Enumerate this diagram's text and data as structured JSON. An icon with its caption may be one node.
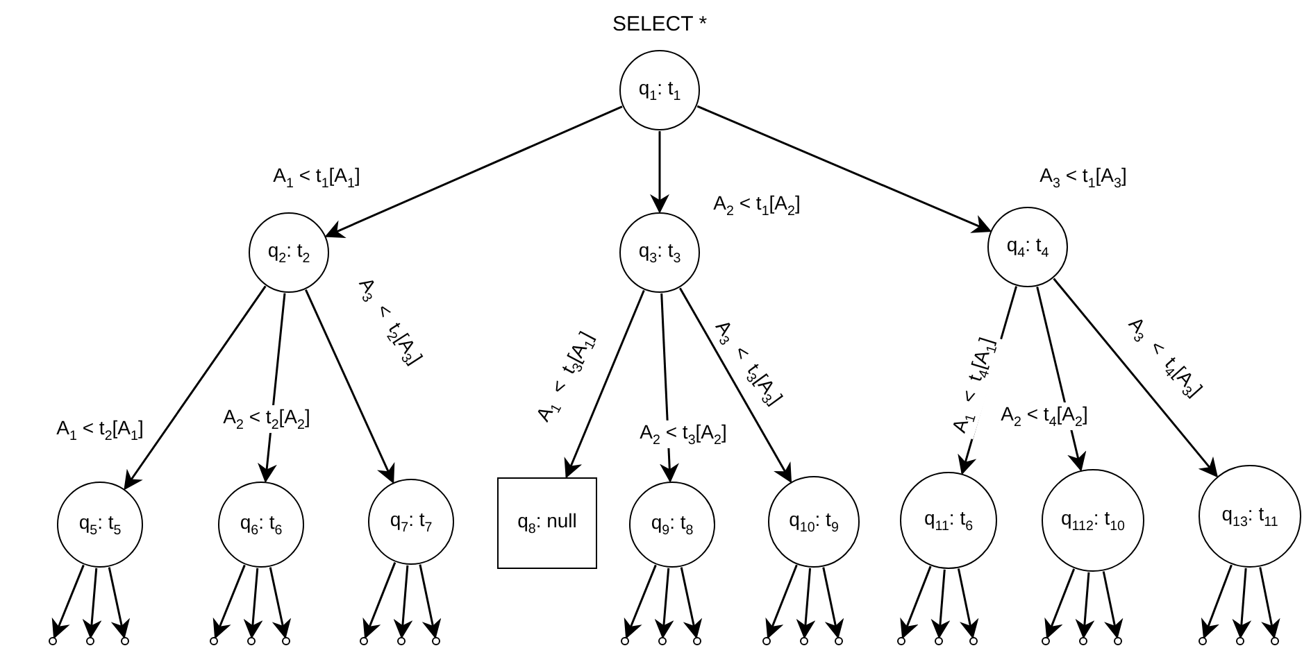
{
  "diagram": {
    "nodes": [
      {
        "text": [
          "q$_{1}$: t$_{1}$"
        ],
        "beside": [
          "SELECT *"
        ]
      },
      {
        "text": [
          "q$_{2}$: t$_{2}$"
        ]
      },
      {
        "text": [
          "q$_{3}$: t$_{3}$"
        ]
      },
      {
        "text": [
          "q$_{4}$: t$_{4}$"
        ]
      },
      {
        "text": [
          "q$_{5}$: t$_{5}$"
        ]
      },
      {
        "text": [
          "q$_{6}$: t$_{6}$"
        ]
      },
      {
        "text": [
          "q$_{7}$: t$_{7}$"
        ]
      },
      {
        "text": [
          "q$_{8}$: null"
        ]
      },
      {
        "text": [
          "q$_{9}$: t$_{8}$"
        ]
      },
      {
        "text": [
          "q$_{10}$: t$_{9}$"
        ]
      },
      {
        "text": [
          "q$_{11}$: t$_{6}$"
        ]
      },
      {
        "text": [
          "q$_{112}$: t$_{10}$"
        ]
      },
      {
        "text": [
          "q$_{13}$: t$_{11}$"
        ]
      },
      {
        "text": [],
        "shape": "circle"
      },
      {
        "text": [],
        "shape": "circle"
      },
      {
        "text": [],
        "shape": "circle"
      },
      {
        "text": [],
        "shape": "circle"
      },
      {
        "text": [],
        "shape": "circle"
      },
      {
        "text": [],
        "shape": "circle"
      },
      {
        "text": [],
        "shape": "circle"
      },
      {
        "text": [],
        "shape": "circle"
      },
      {
        "text": [],
        "shape": "circle"
      },
      {
        "text": [],
        "shape": "circle"
      },
      {
        "text": [],
        "shape": "circle"
      },
      {
        "text": [],
        "shape": "circle"
      },
      {
        "text": [],
        "shape": "circle"
      },
      {
        "text": [],
        "shape": "circle"
      },
      {
        "text": [],
        "shape": "circle"
      },
      {
        "text": [],
        "shape": "circle"
      },
      {
        "text": [],
        "shape": "circle"
      },
      {
        "text": [],
        "shape": "circle"
      },
      {
        "text": [],
        "shape": "circle"
      },
      {
        "text": [],
        "shape": "circle"
      },
      {
        "text": [],
        "shape": "circle"
      },
      {
        "text": [],
        "shape": "circle"
      },
      {
        "text": [],
        "shape": "circle"
      },
      {
        "text": [],
        "shape": "circle"
      }
    ],
    "edges": [
      {
        "from": 0,
        "to": 1,
        "arrow": "to",
        "label": "A$_{1}$ < t$_{1}$[A$_{1}$]"
      },
      {
        "from": 0,
        "to": 2,
        "arrow": "to",
        "label": "A$_{2}$ < t$_{1}$[A$_{2}$]"
      },
      {
        "from": 0,
        "to": 3,
        "arrow": "to",
        "label": "A$_{3}$ < t$_{1}$[A$_{3}$]"
      },
      {
        "from": 1,
        "to": 4,
        "arrow": "to",
        "label": "A$_{1}$ < t$_{2}$[A$_{1}$]"
      },
      {
        "from": 1,
        "to": 5,
        "arrow": "to",
        "label": "A$_{2}$ < t$_{2}$[A$_{2}$]"
      },
      {
        "from": 1,
        "to": 6,
        "arrow": "to",
        "label": "A$_{3}$ < t$_{2}$[A$_{3}$]"
      },
      {
        "from": 2,
        "to": 7,
        "arrow": "to",
        "label": "A$_{1}$ < t$_{3}$[A$_{1}$]"
      },
      {
        "from": 2,
        "to": 8,
        "arrow": "to",
        "label": "A$_{2}$ < t$_{3}$[A$_{2}$]"
      },
      {
        "from": 2,
        "to": 9,
        "arrow": "to",
        "label": "A$_{3}$ < t$_{3}$[A$_{3}$]"
      },
      {
        "from": 3,
        "to": 10,
        "arrow": "to",
        "label": "A$_{1}$ < t$_{4}$[A$_{1}$]"
      },
      {
        "from": 3,
        "to": 11,
        "arrow": "to",
        "label": "A$_{2}$ < t$_{4}$[A$_{2}$]"
      },
      {
        "from": 3,
        "to": 12,
        "arrow": "to",
        "label": "A$_{3}$ < t$_{4}$[A$_{3}$]"
      },
      {
        "from": 4,
        "to": 13,
        "arrow": "to"
      },
      {
        "from": 4,
        "to": 14,
        "arrow": "to"
      },
      {
        "from": 4,
        "to": 15,
        "arrow": "to"
      },
      {
        "from": 5,
        "to": 16,
        "arrow": "to"
      },
      {
        "from": 5,
        "to": 17,
        "arrow": "to"
      },
      {
        "from": 5,
        "to": 18,
        "arrow": "to"
      },
      {
        "from": 6,
        "to": 19,
        "arrow": "to"
      },
      {
        "from": 6,
        "to": 20,
        "arrow": "to"
      },
      {
        "from": 6,
        "to": 21,
        "arrow": "to"
      },
      {
        "from": 8,
        "to": 22,
        "arrow": "to"
      },
      {
        "from": 8,
        "to": 23,
        "arrow": "to"
      },
      {
        "from": 8,
        "to": 24,
        "arrow": "to"
      },
      {
        "from": 9,
        "to": 25,
        "arrow": "to"
      },
      {
        "from": 9,
        "to": 26,
        "arrow": "to"
      },
      {
        "from": 9,
        "to": 27,
        "arrow": "to"
      },
      {
        "from": 10,
        "to": 28,
        "arrow": "to"
      },
      {
        "from": 10,
        "to": 29,
        "arrow": "to"
      },
      {
        "from": 10,
        "to": 30,
        "arrow": "to"
      },
      {
        "from": 11,
        "to": 31,
        "arrow": "to"
      },
      {
        "from": 11,
        "to": 32,
        "arrow": "to"
      },
      {
        "from": 11,
        "to": 33,
        "arrow": "to"
      },
      {
        "from": 12,
        "to": 34,
        "arrow": "to"
      },
      {
        "from": 12,
        "to": 35,
        "arrow": "to"
      },
      {
        "from": 12,
        "to": 36,
        "arrow": "to"
      }
    ]
  }
}
